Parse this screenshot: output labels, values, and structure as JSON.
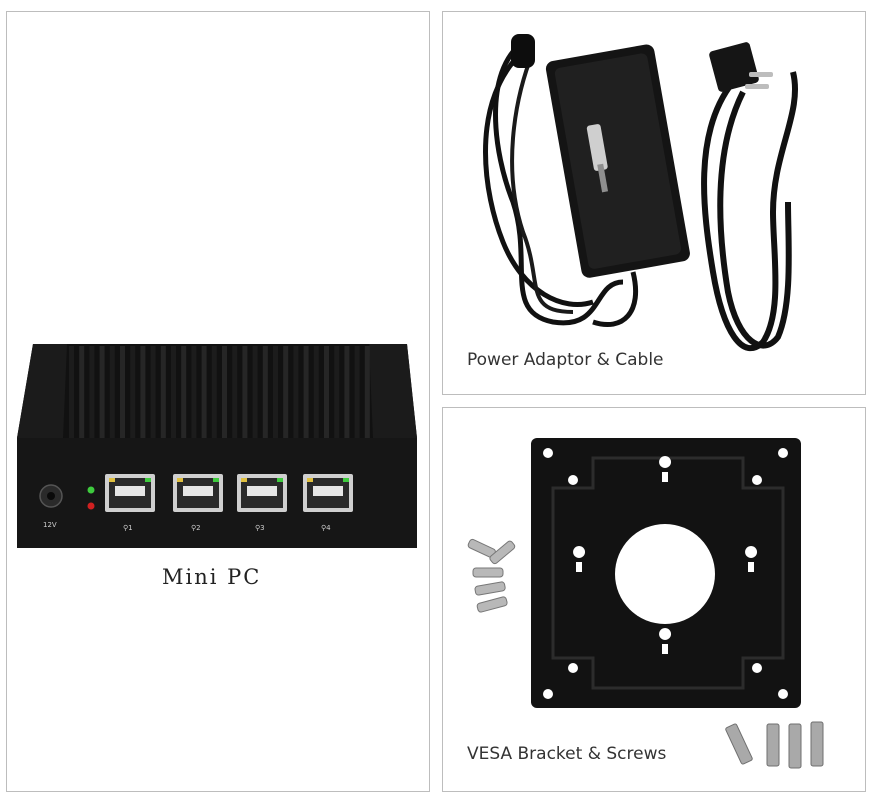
{
  "panels": {
    "mini_pc": {
      "caption": "Mini PC",
      "power_label": "12V",
      "lan_port_count": 4
    },
    "power": {
      "caption": "Power Adaptor & Cable"
    },
    "vesa": {
      "caption": "VESA Bracket & Screws"
    }
  },
  "colors": {
    "device": "#161616",
    "fins": "#262626",
    "port_led_green": "#3ecb3e",
    "port_led_red": "#d02020",
    "bracket": "#141414"
  }
}
